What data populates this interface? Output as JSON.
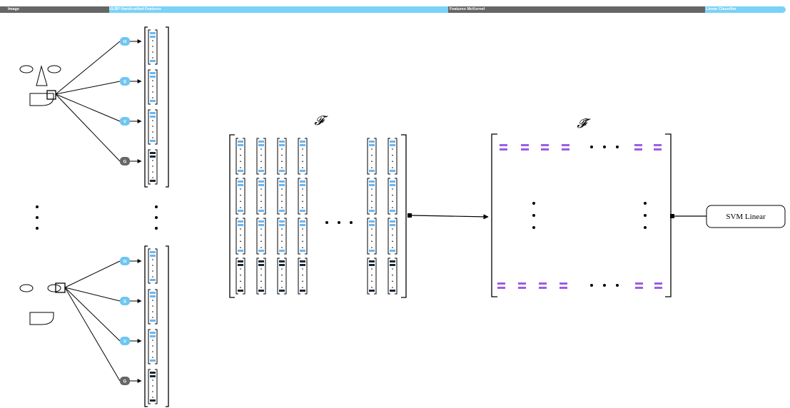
{
  "header": {
    "stages": [
      {
        "label": "Image",
        "color": "#666666"
      },
      {
        "label": "ULBP Handcrafted Features",
        "color": "#79d2f7"
      },
      {
        "label": "Features McKernel",
        "color": "#666666"
      },
      {
        "label": "Linear Classifier",
        "color": "#79d2f7"
      }
    ]
  },
  "channels": [
    {
      "label": "H",
      "color": "#6ec6f2"
    },
    {
      "label": "S",
      "color": "#6ec6f2"
    },
    {
      "label": "V",
      "color": "#6ec6f2"
    },
    {
      "label": "G",
      "color": "#666666"
    }
  ],
  "matrix_f": {
    "label": "𝓕"
  },
  "matrix_f_tilde": {
    "label": "𝓕̃"
  },
  "classifier": {
    "label": "SVM Linear"
  },
  "colors": {
    "feature_blue": "#6cb6f0",
    "feature_dark": "#1a2838",
    "kernel_purple": "#9b5de5",
    "line": "#000000"
  }
}
